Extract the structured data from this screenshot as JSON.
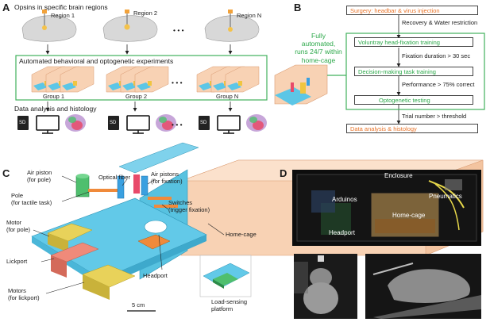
{
  "panels": {
    "a": "A",
    "b": "B",
    "c": "C",
    "d": "D"
  },
  "panel_a": {
    "heading": "Opsins in specific brain regions",
    "regions": [
      "Region 1",
      "Region 2",
      "Region N"
    ],
    "ellipsis": "• • •",
    "experiments_title": "Automated behavioral and optogenetic experiments",
    "groups": [
      "Group 1",
      "Group 2",
      "Group N"
    ],
    "analysis_title": "Data analysis and histology",
    "sd_label": "SD"
  },
  "panel_b": {
    "automated_note": [
      "Fully automated,",
      "runs 24/7 within",
      "home-cage"
    ],
    "steps": [
      "Surgery: headbar & virus injection",
      "Voluntray head-fixation training",
      "Decision-making task training",
      "Optogenetic testing",
      "Data analysis & histology"
    ],
    "transitions": [
      "Recovery & Water restriction",
      "Fixation duration > 30 sec",
      "Performance > 75% correct",
      "Trial number > threshold"
    ],
    "colors": {
      "orange": "#e8742a",
      "green": "#2ca84a"
    }
  },
  "panel_c": {
    "labels": {
      "air_piston": [
        "Air piston",
        "(for pole)"
      ],
      "pole": [
        "Pole",
        "(for tactile task)"
      ],
      "motor": [
        "Motor",
        "(for pole)"
      ],
      "lickport": "Lickport",
      "motors": [
        "Motors",
        "(for lickport)"
      ],
      "optical_fiber": "Optical fiber",
      "air_pistons": [
        "Air pistons",
        "(for fixation)"
      ],
      "switches": [
        "Switches",
        "(trigger fixation)"
      ],
      "home_cage": "Home-cage",
      "headport": "Headport",
      "load_sensing": [
        "Load-sensing",
        "platform"
      ],
      "scale": "5 cm"
    }
  },
  "panel_d": {
    "labels": {
      "enclosure": "Enclosure",
      "arduinos": "Arduinos",
      "pneumatics": "Pneumatics",
      "home_cage": "Home-cage",
      "headport": "Headport"
    }
  }
}
